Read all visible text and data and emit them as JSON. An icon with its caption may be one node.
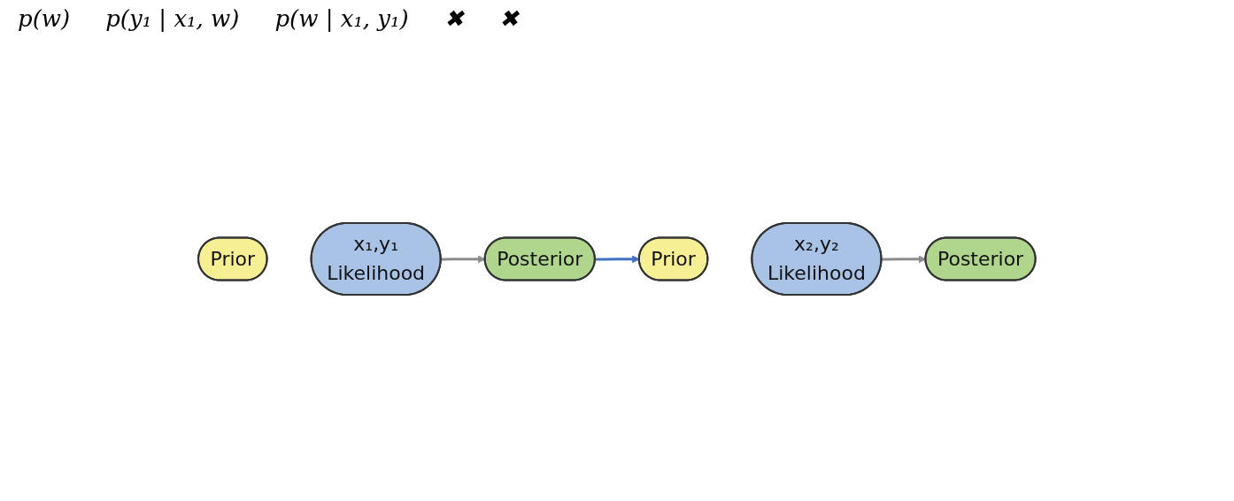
{
  "diagram": {
    "nodes": [
      {
        "text": [
          "Prior"
        ]
      },
      {
        "text": [
          "x₁,y₁",
          "Likelihood"
        ]
      },
      {
        "text": [
          "Posterior"
        ]
      },
      {
        "text": [
          "Prior"
        ]
      },
      {
        "text": [
          "x₂,y₂",
          "Likelihood"
        ]
      },
      {
        "text": [
          "Posterior"
        ]
      }
    ],
    "edges": [
      {
        "from": 1,
        "to": 2,
        "arrow": "to",
        "color": "#8c8c8c"
      },
      {
        "from": 2,
        "to": 3,
        "arrow": "to",
        "color": "#4472c4"
      },
      {
        "from": 4,
        "to": 5,
        "arrow": "to",
        "color": "#8c8c8c"
      }
    ],
    "labels": [
      "p(w)",
      "p(y₁ | x₁, w)",
      "p(w | x₁, y₁)",
      "✖",
      "✖"
    ]
  }
}
